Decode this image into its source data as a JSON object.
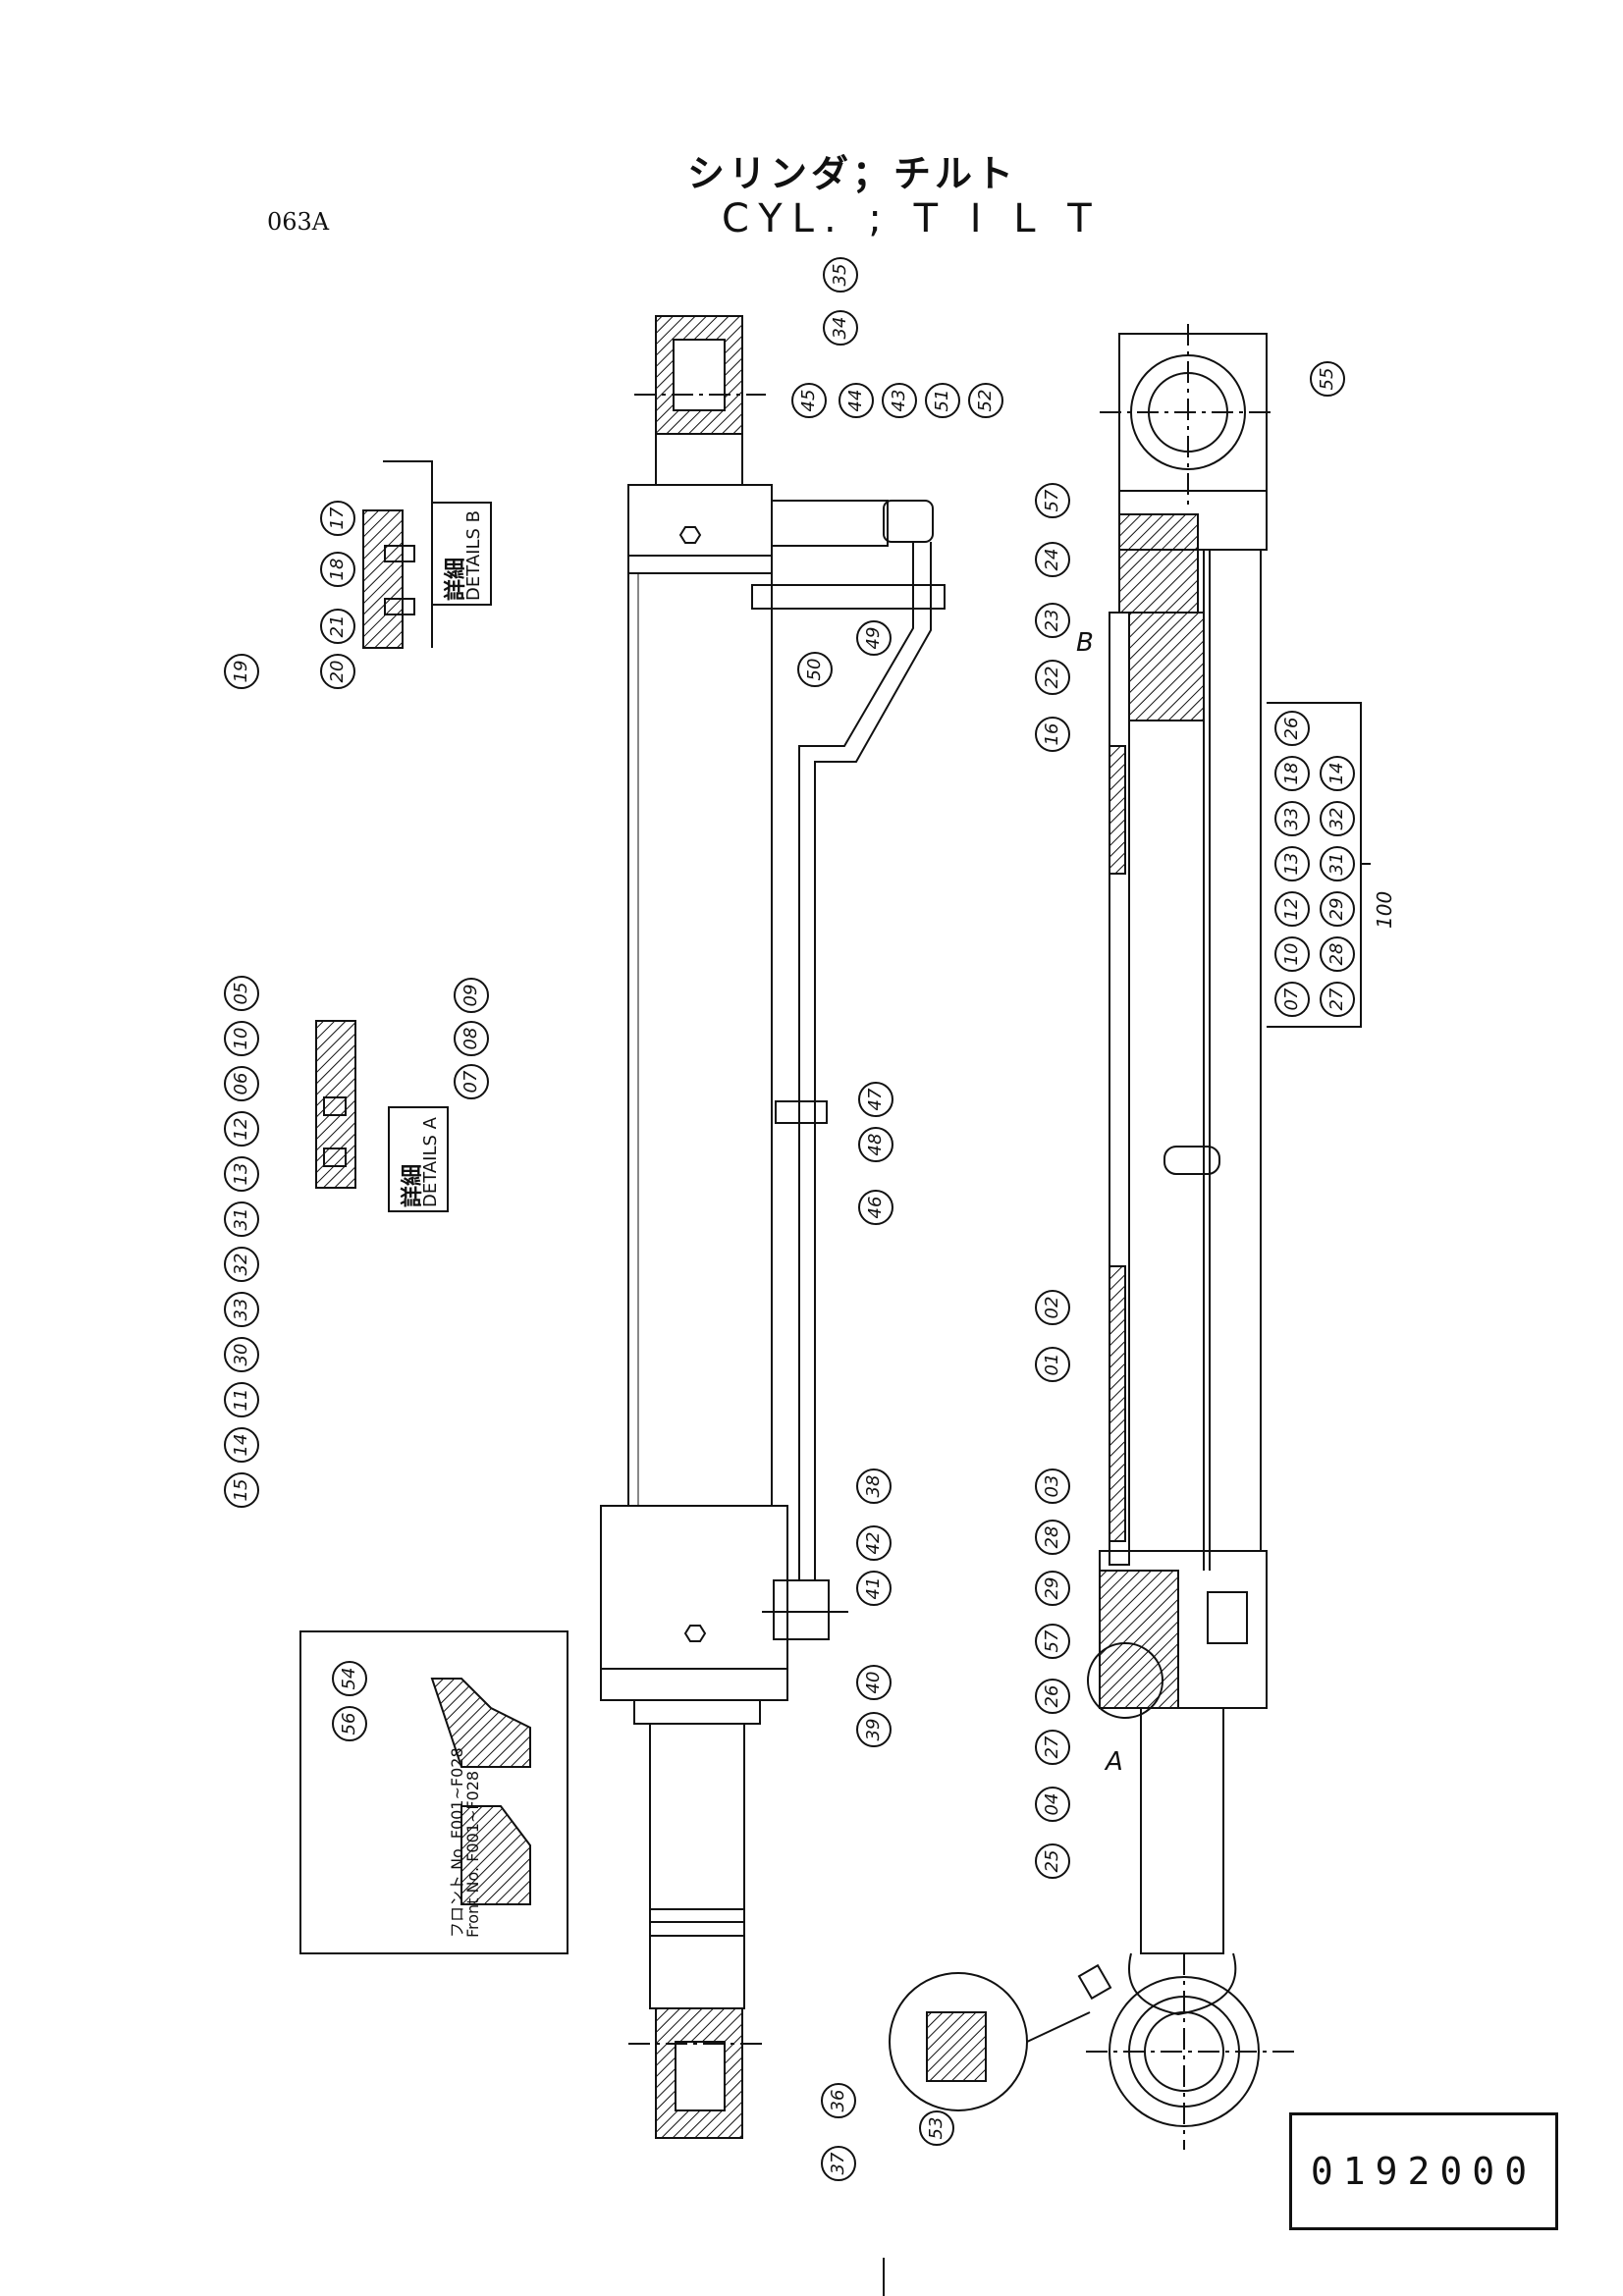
{
  "header": {
    "title_jp": "シリンダ；チルト",
    "title_en": "CYL. ; T I L T",
    "page_code": "063A"
  },
  "doc_number": "0192000",
  "details": {
    "b_jp": "詳細",
    "b_en": "DETAILS B",
    "a_jp": "詳細",
    "a_en": "DETAILS A",
    "view_a": "A",
    "view_b": "B"
  },
  "front_note": {
    "jp": "フロント No. F001~F028",
    "en": "Front No. F001~F028"
  },
  "kit": {
    "label": "100",
    "row1": [
      "26",
      "18",
      "33"
    ],
    "row2": [
      "14",
      "32"
    ],
    "row3": [
      "13",
      "31"
    ],
    "row4": [
      "12",
      "29"
    ],
    "row5": [
      "10",
      "28"
    ],
    "row6": [
      "07",
      "27"
    ]
  },
  "callouts": {
    "c35": "35",
    "c34": "34",
    "c45": "45",
    "c44": "44",
    "c43": "43",
    "c51": "51",
    "c52": "52",
    "c50": "50",
    "c49": "49",
    "c47": "47",
    "c48": "48",
    "c46": "46",
    "c38": "38",
    "c42": "42",
    "c41": "41",
    "c40": "40",
    "c39": "39",
    "c36": "36",
    "c37": "37",
    "c53": "53",
    "c55": "55",
    "c57a": "57",
    "c24": "24",
    "c23": "23",
    "c22": "22",
    "c16": "16",
    "c02": "02",
    "c01": "01",
    "c03": "03",
    "c28": "28",
    "c29": "29",
    "c57b": "57",
    "c26": "26",
    "c27": "27",
    "c04": "04",
    "c25": "25",
    "c17": "17",
    "c18": "18",
    "c21": "21",
    "c20": "20",
    "c19": "19",
    "c05": "05",
    "c10": "10",
    "c06": "06",
    "c12": "12",
    "c13": "13",
    "c31": "31",
    "c32": "32",
    "c33": "33",
    "c30": "30",
    "c11": "11",
    "c14": "14",
    "c15": "15",
    "c09": "09",
    "c08": "08",
    "c07": "07",
    "c54": "54",
    "c56": "56"
  }
}
